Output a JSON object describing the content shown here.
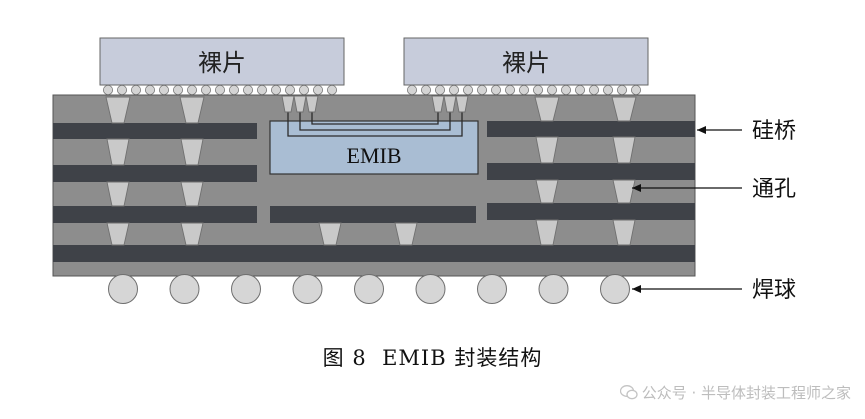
{
  "dies": [
    {
      "label": "裸片"
    },
    {
      "label": "裸片"
    }
  ],
  "bridge": {
    "label": "EMIB"
  },
  "callouts": [
    {
      "label": "硅桥"
    },
    {
      "label": "通孔"
    },
    {
      "label": "焊球"
    }
  ],
  "caption": {
    "figure": "图 8",
    "title": "EMIB 封装结构"
  },
  "watermark": {
    "text": "公众号 · 半导体封装工程师之家",
    "icon": "wechat-icon"
  },
  "colors": {
    "substrate": "#8d8d8d",
    "trace": "#3f4248",
    "die": "#c7ccdb",
    "bridge": "#a9bdd3",
    "via": "#c9c9c9",
    "bump": "#d4d4d4",
    "solder_ball": "#d6d6d6"
  }
}
